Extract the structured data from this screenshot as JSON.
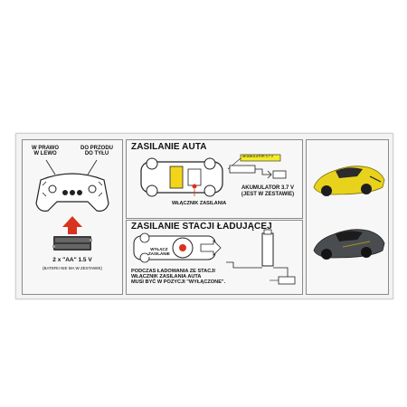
{
  "left": {
    "right_left": "W PRAWO\nW LEWO",
    "front_back": "DO PRZODU\nDO TYŁU",
    "battery_spec": "2 x \"AA\" 1.5 V",
    "battery_note": "(BATERII NIE MA W ZESTAWIE)"
  },
  "car_power": {
    "title": "ZASILANIE AUTA",
    "switch_label": "WŁĄCZNIK ZASILANIA",
    "battery_tag": "AKUMULATOR 3.7 V",
    "akumulator_caption": "AKUMULATOR 3.7 V\n(JEST W ZESTAWIE)"
  },
  "station_power": {
    "title": "ZASILANIE STACJI ŁADUJĄCEJ",
    "off_label": "WYŁĄCZ\nZASILANIE",
    "note": "PODCZAS ŁADOWANIA ZE STACJI\nWŁĄCZNIK ZASILANIA AUTA\nMUSI BYĆ W POZYCJI \"WYŁĄCZONE\"."
  },
  "colors": {
    "yellow_car": "#e8d21c",
    "grey_car": "#4a4d50",
    "arrow_red": "#d8331f",
    "tag_yellow": "#f4ec2a"
  }
}
